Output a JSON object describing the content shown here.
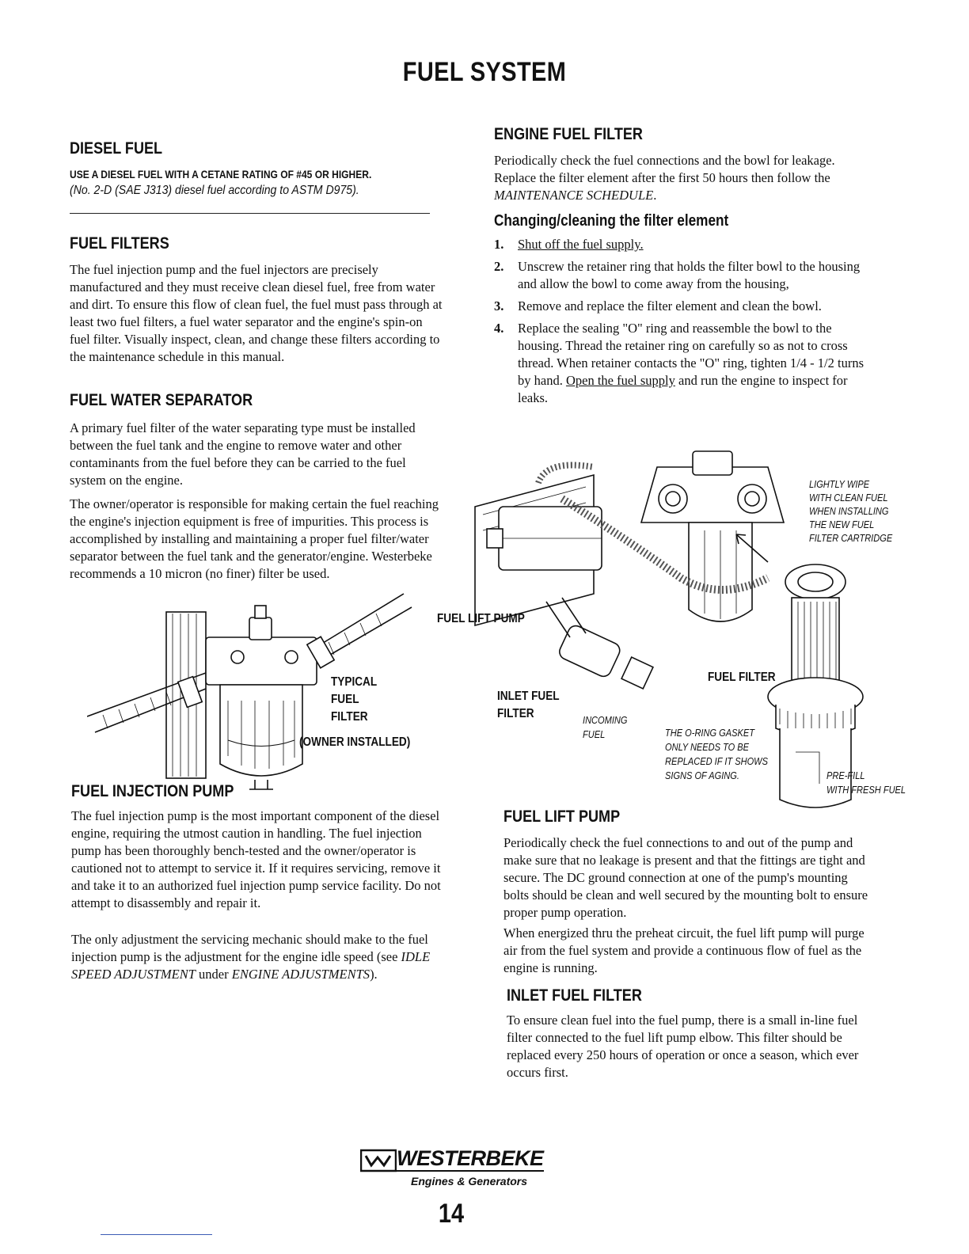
{
  "page": {
    "title": "FUEL SYSTEM",
    "page_number": "14"
  },
  "diesel_fuel": {
    "heading": "DIESEL FUEL",
    "requirement": "USE A DIESEL FUEL WITH A CETANE RATING OF #45 OR HIGHER.",
    "spec": "(No. 2-D (SAE J313) diesel fuel according to ASTM D975)."
  },
  "fuel_filters": {
    "heading": "FUEL FILTERS",
    "body": "The fuel injection pump and the fuel injectors are precisely manufactured and they must receive clean diesel fuel, free from water and dirt. To ensure this flow of clean fuel, the fuel must pass through at least two fuel filters, a fuel water separator and the engine's spin-on fuel filter. Visually inspect, clean, and change these filters according to the maintenance schedule in this manual."
  },
  "fuel_water_separator": {
    "heading": "FUEL WATER SEPARATOR",
    "para1": "A primary fuel filter of the water separating type must be installed between the fuel tank and the engine to remove water and other contaminants from the fuel before they can be carried to the fuel system on the engine.",
    "para2": "The owner/operator is responsible for making certain the fuel reaching the engine's injection equipment is free of impurities. This process is accomplished by installing and maintaining a proper fuel filter/water separator between the fuel tank and the generator/engine. Westerbeke recommends a 10 micron (no finer) filter be used."
  },
  "separator_diagram": {
    "label_line1": "TYPICAL",
    "label_line2": "FUEL",
    "label_line3": "FILTER",
    "label_line4": "(OWNER INSTALLED)"
  },
  "fuel_injection_pump": {
    "heading": "FUEL INJECTION PUMP",
    "para1": "The fuel injection pump is the most important component of the diesel engine, requiring the utmost caution in handling. The fuel injection pump has been thoroughly bench-tested and the owner/operator is cautioned not to attempt to service it. If it requires servicing, remove it and take it to an authorized fuel injection pump service facility. Do not attempt to disassembly and repair it.",
    "para2_start": "The only adjustment the servicing mechanic should make to the fuel injection pump is the adjustment for the engine idle speed (see ",
    "para2_ref1": "IDLE SPEED ADJUSTMENT",
    "para2_mid": " under ",
    "para2_ref2": "ENGINE ADJUSTMENTS",
    "para2_end": ")."
  },
  "engine_fuel_filter": {
    "heading": "ENGINE FUEL FILTER",
    "body_start": "Periodically check the fuel connections and the bowl for leakage. Replace the filter element after the first 50 hours then follow the ",
    "body_ref": "MAINTENANCE SCHEDULE",
    "body_end": "."
  },
  "changing_filter": {
    "heading": "Changing/cleaning the filter element",
    "steps": [
      {
        "num": "1.",
        "text": "Shut off the fuel supply."
      },
      {
        "num": "2.",
        "text": "Unscrew the retainer ring that holds the filter bowl to the housing and allow the bowl to come away from the housing,"
      },
      {
        "num": "3.",
        "text": "Remove and replace the filter element and clean the bowl."
      },
      {
        "num": "4.",
        "text_start": "Replace the sealing \"O\" ring and reassemble the bowl to the housing. Thread the retainer ring on carefully so as not to cross thread. When retainer contacts the \"O\" ring, tighten 1/4 - 1/2 turns by hand. ",
        "text_link": "Open the fuel supply",
        "text_end": " and run the engine to inspect for leaks."
      }
    ]
  },
  "engine_diagram": {
    "fuel_lift_pump": "FUEL LIFT PUMP",
    "inlet_fuel_filter_1": "INLET FUEL",
    "inlet_fuel_filter_2": "FILTER",
    "incoming_1": "INCOMING",
    "incoming_2": "FUEL",
    "fuel_filter": "FUEL FILTER",
    "wipe_note": [
      "LIGHTLY WIPE",
      "WITH CLEAN FUEL",
      "WHEN INSTALLING",
      "THE NEW FUEL",
      "FILTER CARTRIDGE"
    ],
    "gasket_note": [
      "THE O-RING GASKET",
      "ONLY NEEDS TO BE",
      "REPLACED IF IT SHOWS",
      "SIGNS OF AGING."
    ],
    "prefill_note": [
      "PRE-FILL",
      "WITH FRESH FUEL"
    ]
  },
  "fuel_lift_pump": {
    "heading": "FUEL LIFT PUMP",
    "para1": "Periodically check the fuel connections to and out of the pump and make sure that no leakage is present and that the fittings are tight and secure. The DC ground connection at one of the pump's mounting bolts should be clean and well secured by the mounting bolt to ensure proper pump operation.",
    "para2": "When energized thru the preheat circuit, the fuel lift pump will purge air from the fuel system and provide a continuous flow of fuel as the engine is running."
  },
  "inlet_fuel_filter": {
    "heading": "INLET FUEL FILTER",
    "body": "To ensure clean fuel into the fuel pump, there is a small in-line fuel filter connected to the fuel lift pump elbow. This filter should be replaced every 250 hours of operation or once a season, which ever occurs first."
  },
  "brand": {
    "name": "WESTERBEKE",
    "tagline": "Engines & Generators"
  }
}
